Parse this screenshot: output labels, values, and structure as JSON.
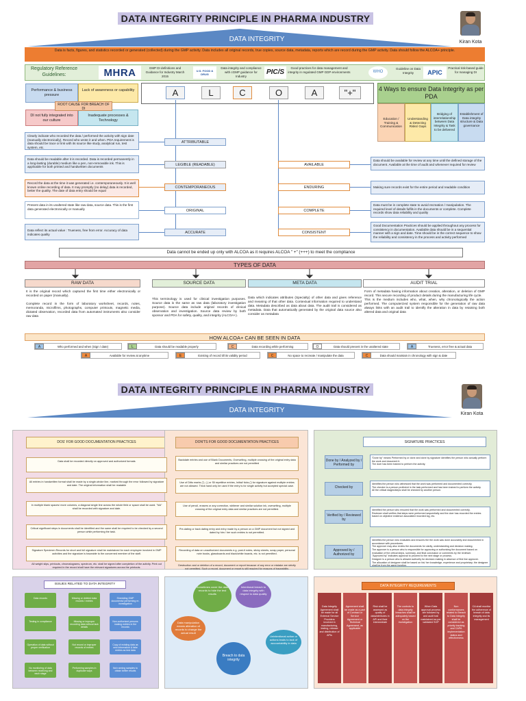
{
  "poster1": {
    "title": "DATA INTEGRITY PRINCIPLE IN PHARMA INDUSTRY",
    "subtitle": "DATA INTEGRITY",
    "author": "Kiran Kota",
    "definition": "Data is facts, figures, and statistics recorded or generated (collected) during the GMP activity. Data includes all original records, true copies, source data, metadata, reports which are record during the GMP activity. Data should follow the ALCOA+ principle.",
    "regulatory": {
      "label": "Regulatory Reference Guidelines:",
      "items": [
        {
          "logo": "MHRA",
          "text": "GMP DI definitions and Guidance for Industry March 2015"
        },
        {
          "logo": "U.S. FOOD & DRUG",
          "text": "Data integrity and compliance with cGMP guidance for Industry"
        },
        {
          "logo": "PIC/S",
          "text": "Good practices for data management and integrity in regulated GMP GDP environments"
        },
        {
          "logo": "WHO",
          "text": "Guideline on Data Integrity"
        },
        {
          "logo": "APIC",
          "text": "Practical risk-based guide for managing DI"
        }
      ]
    },
    "root_cause": {
      "tl": "Performance & business pressure",
      "tr": "Lack of awareness or capability",
      "center": "ROOT CAUSE FOR BREACH OF DI",
      "bl": "DI not fully integrated into our culture",
      "br": "Inadequate processes & Technology"
    },
    "alcoa_letters": [
      "A",
      "L",
      "C",
      "O",
      "A",
      "\"+\""
    ],
    "ways": {
      "title": "4 Ways to ensure Data Integrity as per PDA",
      "items": [
        "Education / Training & Communication",
        "Understanding & Detecting Risks/ Gaps",
        "Bridging of interrelationship between Data Integrity & Task to be delivered",
        "Establishment of Data integrity structure & Data governance"
      ]
    },
    "alcoa_left": [
      {
        "text": "Clearly indicate who recorded the data / performed the activity with sign date (manually electronically). Record who wrote it and when. PDA requirement is data should be trace or link with its source like study, analytical run, test system, etc.",
        "label": "ATTRIBUTABLE"
      },
      {
        "text": "Data should be readable after it is recorded. Data is recorded permanently in a long-lasting (durable) medium like a pen, non-removable ink. This is applicable for both printed and handwritten documents",
        "label": "LEGIBLE (READABLE)"
      },
      {
        "text": "Record the data at the time it was generated i.e. contemporaneously. It is well known online recording of data. It may promptly (no delay) data is recorded, better the quality. The date of data entry should be equal",
        "label": "CONTEMPORANEOUS"
      },
      {
        "text": "Present data in its unaltered state like raw data, source data. This is the first data generated electronically or manually",
        "label": "ORIGINAL"
      },
      {
        "text": "Data reflect its actual value : Trueness, free from error. Accuracy of data indicates quality",
        "label": "ACCURATE"
      }
    ],
    "alcoa_right": [
      {
        "label": "AVAILABLE",
        "text": "Data should be available for review at any time until the defined storage of the document. Available at the time of audit and whenever required for review"
      },
      {
        "label": "ENDURING",
        "text": "Making sure records exist for the entire period and readable condition"
      },
      {
        "label": "COMPLETE",
        "text": "Data must be in complete state to avoid recreation / manipulation. The required level of details fulfils in the documents or complete. Complete records show data reliability and quality"
      },
      {
        "label": "CONSISTENT",
        "text": "Good Documentation Practices should be applied throughout any process for consistency in documentation. Available data should be in a sequential manner with a sign and date. Time should be in the correct sequence to show the reliability and consistency in the process and activity performed"
      }
    ],
    "compliance_note": "Data cannot be ended up only with ALCOA as it requires ALCOA \" +\" (+++) to meet the compliance",
    "types_title": "TYPES OF DATA",
    "types": [
      {
        "head": "RAW DATA",
        "text": "It is the original record which captured the first time either electronically or recorded on paper (manually).\n\nComplete record in the form of laboratory worksheet, records, notes, memoranda, microfilms, photographs, computer printouts, magnetic media, dictated observation, recorded data from automated instruments also consider raw data"
      },
      {
        "head": "SOURCE DATA",
        "text": "This terminology is used for clinical investigation purposes. Source data is the same as raw data (laboratory investigation purpose). Source data include original records of clinical observation and investigation. Source data review by both sponsor and PDA for safety, quality, and integrity (ALCOA+)."
      },
      {
        "head": "META DATA",
        "text": "Data which indicates attributes (Specialty) of other data and gives reference and meaning of that other data. Contextual information required to understand data. Metadata described as data about data. The audit trail is considered as metadata. Data that automatically generated by the original data source also consider as metadata"
      },
      {
        "head": "AUDIT TRIAL",
        "text": "Form of metadata having information about creation, alteration, or deletion of GMP record. This secure recording of product details during the manufacturing life cycle.\nThis is the medium includes who, what, when, why chronologically the action performed. The computerized system responsible for the generation of raw data always links with an audit trail to identify the alteration in data by retaining both altered data and original data"
      }
    ],
    "alcoa_plus_title": "HOW ALCOA+ CAN BE SEEN IN DATA",
    "legend_row1": [
      {
        "letter": "A",
        "text": "Who performed and when (Sign / date)",
        "color": "#9dc3e6"
      },
      {
        "letter": "L",
        "text": "Data should be readable properly",
        "color": "#a9d08e"
      },
      {
        "letter": "C",
        "text": "Data recording while performing",
        "color": "#f4b183"
      },
      {
        "letter": "O",
        "text": "Data should present in the unaltered state",
        "color": "#ffffff"
      },
      {
        "letter": "A",
        "text": "Trueness, error free & actual data",
        "color": "#9dc3e6"
      }
    ],
    "legend_row2": [
      {
        "letter": "A",
        "text": "Available for review at anytime",
        "color": "#f08a3c"
      },
      {
        "letter": "E",
        "text": "Existing of record till its validity period",
        "color": "#f08a3c"
      },
      {
        "letter": "C",
        "text": "No space to recreate / manipulate the data",
        "color": "#f08a3c"
      },
      {
        "letter": "C",
        "text": "Data should maintain in chronology with sign & date",
        "color": "#f08a3c"
      }
    ]
  },
  "poster2": {
    "title": "DATA INTEGRITY PRINCIPLE IN PHARMA INDUSTRY",
    "subtitle": "DATA INTEGRITY",
    "author": "Kiran Kota",
    "dos": {
      "head": "DOS' FOR GOOD DOCUMENTATION PRACTICES",
      "items": [
        "Data shall be recorded directly on approved and authorized formats",
        "All entries in handwritten format shall be made by a single-stroke line, marked through the error followed by signature and date. The original information shall be readable",
        "In multiple blank spaces/ more columns, a diagonal single line across the whole field or space shall be used. \"NA\" shall be recorded with signature and date.",
        "Critical significant steps in documents shall be identified and the same shall be required to be checked by a second person while performing the task.",
        "Signature Specimen Records for short and full signature shall be maintained for each employee involved in GMP activities and the signature is traceable to the concerned member of the staff.",
        "All weight slips, printouts, chromatograms, spectrum, etc. shall be signed after completion of the activity. Print out required in the record shall have the relevant signatures across the printouts."
      ]
    },
    "donts": {
      "head": "DON'TS FOR GOOD DOCUMENTATION PRACTICES",
      "items": [
        "Backdate entries and use of Blank Documents, Overwriting, multiple crossing of the original entry data and similar practices are not permitted",
        "Use of Ditto marks (\"). ( ) or Sll repetitive entries, Initial/ ticks (') for signature against multiple entries are not allowed. Thick hand only be used if the entry is for single activity but accepted special case.",
        "Use of pencil, erasers or any correction, whitener and similar solution ink, overwriting, multiple crossing of the original entry data and similar practices are not permitted.",
        "Pre-dating or back dating entry and entry made by a person on a GMP document but not signed and dated by him / her such entries is not permitted.",
        "Recording of data on unauthorized documents e.g. post-it notes, sticky sheets, scrap paper, personal note books, glassboards and black/white boards, etc. is not permitted.",
        "Destruction and or deletion of a record, document or report because of any error or mistake are strictly not permitted. Such a record, document or report is still required for reasons of traceability."
      ]
    },
    "sig": {
      "head": "SIGNATURE PRACTICES",
      "rows": [
        {
          "label": "Done by / Analyzed by / Performed by",
          "text": "\"Done by\" means Performed by or done and done by signature identifies the person who actually perform the work and document it.\nThe doer has been trained to perform the activity."
        },
        {
          "label": "Checked by",
          "text": "Identifies the person who witnessed that the work was performed and documented correctly.\nThe checker is a person proficient in the task performed and has been trained to perform the activity.\nAll the critical stages/steps shall be checked by another person."
        },
        {
          "label": "Verified by / Reviewed by",
          "text": "Identified the person who ensured that the work was performed and documented correctly.\nReviewer shall verifies that steps were performed sequentially and the doer has recorded the entries based on objective evidence associated recorded log, etc."
        },
        {
          "label": "Approved by / Authorized by",
          "text": "Identifies the person who evaluates and ensures the the work was done accurately and documented in accordance with procedures.\nThe approver may also review the documents for clarity, understanding and decision making.\nThe approver is a person who is responsible for approving or authorizing the document based on evaluation of the critical steps, summary, and final conclusion or comments by the reviewer.\n\"Approved by\" indicates approval to proceed to the next stage or process.\nDesigner is a person who is allowed authority for decision making in absence of first line approver.\nThe allocation of designee shall be based on his/ her knowledge, experience and proprietary; the designee shall be from the same function."
        }
      ]
    },
    "issues": {
      "head": "ISSUES RELATED TO DATA INTEGRITY",
      "left": [
        "Data records",
        "Testing in compliance",
        "Operation of data without proper verification",
        "No monitoring of data between receiving and each stage"
      ],
      "mid": [
        "Missing or deleted data records / entries",
        "Missing or improper recording data without lack details",
        "Not record or improper records of entries",
        "Performing samples in duplicate ways"
      ],
      "right": [
        "Shredding GMP documents/ performing re-investigation",
        "Non-authorized persons making entries in the records",
        "Copy of existing data as new information & fake entries as test data",
        "Not running samples to obtain better results"
      ]
    },
    "breach": {
      "center": "Breach to data integrity",
      "bubbles": [
        "Data manipulation means alteration of records to change the actual result",
        "Unintentional action or actions leads to lack of accountability in data",
        "Sometimes cover the data records to hide the test results",
        "Intentional breach to data integrity with respect to data quality"
      ]
    },
    "req": {
      "head": "DATA INTEGRITY REQUIREMENTS",
      "items": [
        "Data Integrity Agreement shall be made for all External Service Providers involved in manufacturing, testing, release and distribution of APIs",
        "Agreement shall be made as a part of Contract or Service Agreement or Technical Agreement, as applicable",
        "Risk shall be assessed as quality of data/attributes in API and their intermediate",
        "The controls to data integrity breaches shall be adequately based on the investigation",
        "When Data approval process are followed by and audit trail maintained as per validated SOP",
        "Non conformances related to Breach to Data Integrity shall be considered as priority tracking and CAPA implementation status and effectiveness",
        "CA shall monitor the adherence of breach of data integrity and its management"
      ]
    }
  },
  "colors": {
    "title_bar": "#c9c3e4",
    "di_band": "#5b88c4",
    "orange": "#ed7d31",
    "types_bar": "#e2a4a4",
    "panel_pink": "#f2dce6",
    "panel_peach": "#fbe5d6",
    "panel_green": "#e2ecd7",
    "req_red": "#a33b3b"
  }
}
